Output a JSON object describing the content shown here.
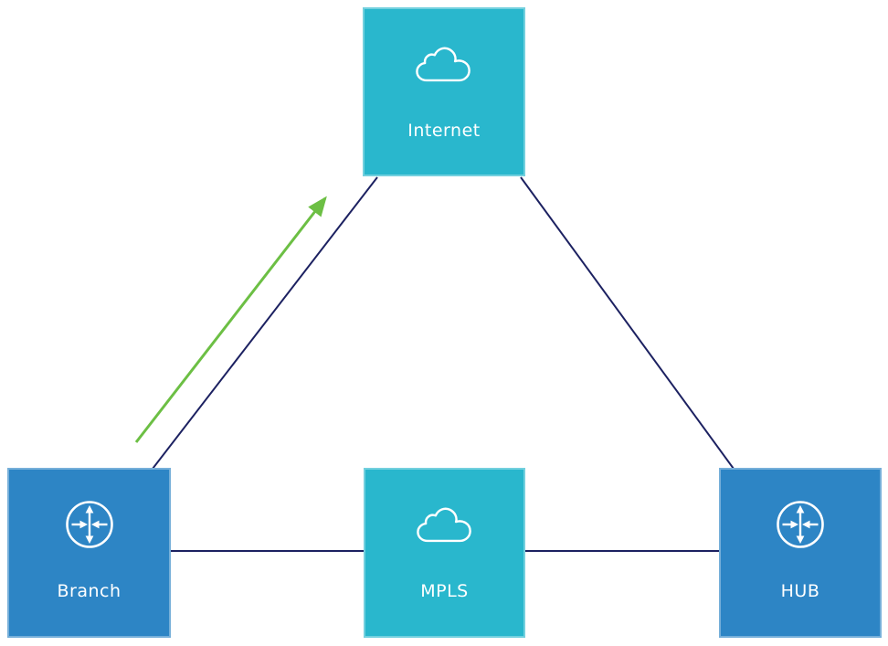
{
  "diagram": {
    "nodes": {
      "internet": {
        "label": "Internet",
        "icon": "cloud",
        "variant": "cyan"
      },
      "branch": {
        "label": "Branch",
        "icon": "router",
        "variant": "blue"
      },
      "mpls": {
        "label": "MPLS",
        "icon": "cloud",
        "variant": "cyan"
      },
      "hub": {
        "label": "HUB",
        "icon": "router",
        "variant": "blue"
      }
    },
    "edges": [
      {
        "from": "branch",
        "to": "internet",
        "style": "plain"
      },
      {
        "from": "internet",
        "to": "hub",
        "style": "plain"
      },
      {
        "from": "branch",
        "to": "mpls",
        "style": "plain"
      },
      {
        "from": "mpls",
        "to": "hub",
        "style": "plain"
      }
    ],
    "arrow": {
      "from": "branch",
      "to": "internet",
      "style": "green-arrow"
    }
  },
  "colors": {
    "cyan-node": "#29b7cd",
    "blue-node": "#2d85c5",
    "edge": "#1c2161",
    "arrow": "#6cbf44",
    "node-text": "#ffffff",
    "background": "#ffffff"
  }
}
